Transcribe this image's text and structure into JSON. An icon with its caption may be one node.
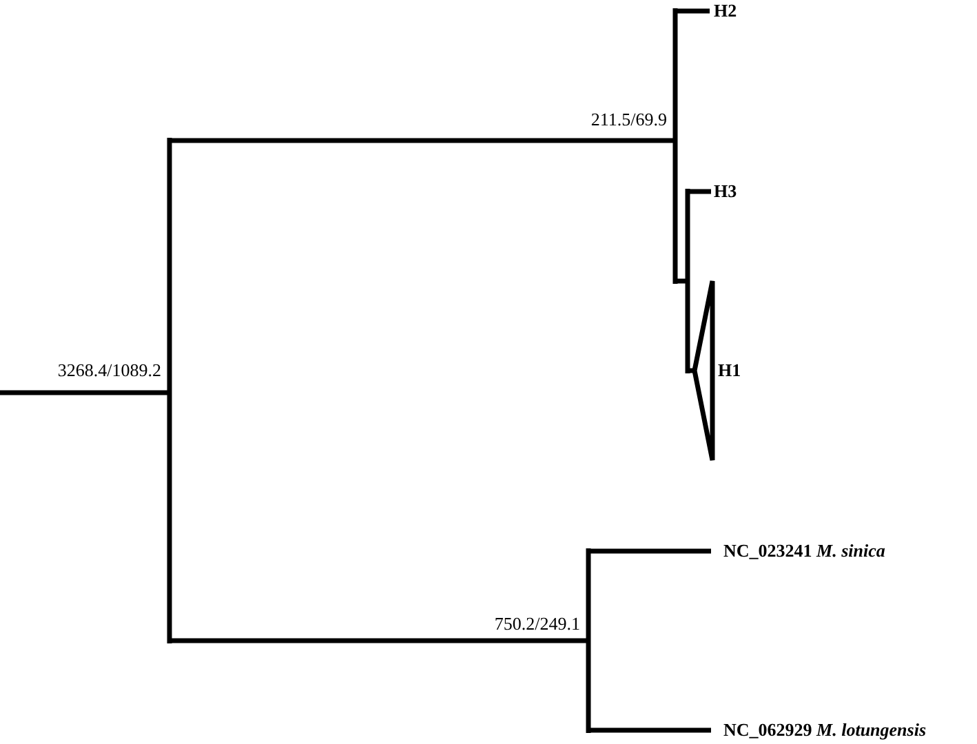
{
  "diagram": {
    "labels": [
      "H2",
      "211.5/69.9",
      "H3",
      "H1",
      "3268.4/1089.2",
      "750.2/249.1",
      "NC_023241 *M. sinica*",
      "NC_062929 *M. lotungensis*"
    ]
  }
}
